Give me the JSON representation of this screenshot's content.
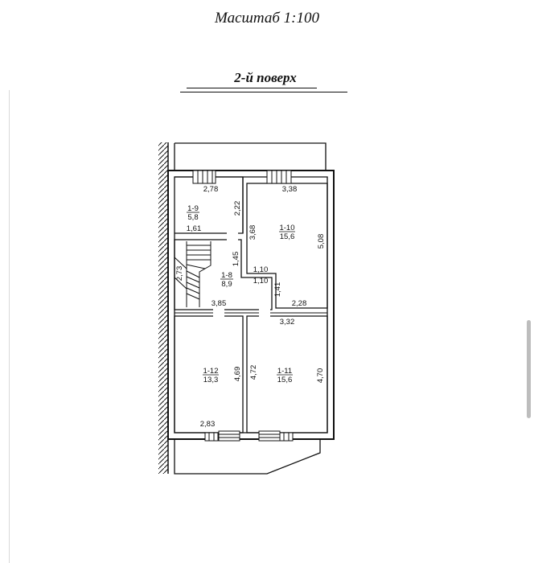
{
  "header": {
    "scale": "Масштаб 1:100",
    "floor": "2-й поверх"
  },
  "rooms": [
    {
      "id": "1-9",
      "area": "5,8"
    },
    {
      "id": "1-10",
      "area": "15,6"
    },
    {
      "id": "1-8",
      "area": "8,9"
    },
    {
      "id": "1-12",
      "area": "13,3"
    },
    {
      "id": "1-11",
      "area": "15,6"
    }
  ],
  "dimensions": {
    "d278": "2,78",
    "d222": "2,22",
    "d338": "3,38",
    "d368": "3,68",
    "d508": "5,08",
    "d161": "1,61",
    "d145": "1,45",
    "d110a": "1,10",
    "d110b": "1,10",
    "d141": "1,41",
    "d273": "2,73",
    "d228": "2,28",
    "d385": "3,85",
    "d332": "3,32",
    "d469": "4,69",
    "d472": "4,72",
    "d470": "4,70",
    "d283": "2,83"
  }
}
